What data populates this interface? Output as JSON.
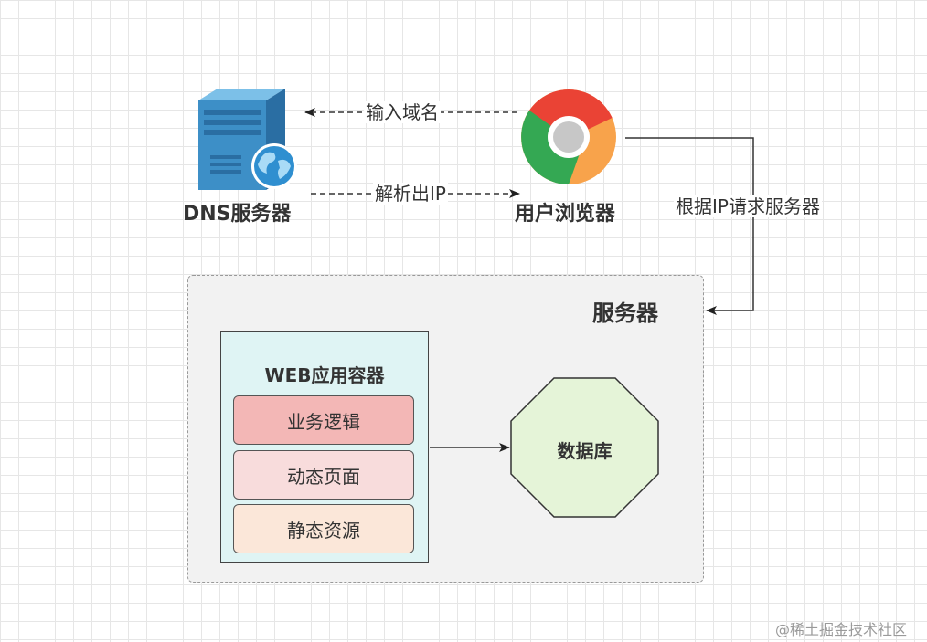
{
  "nodes": {
    "dns_server": {
      "label": "DNS服务器",
      "icon": "server-globe-icon"
    },
    "browser": {
      "label": "用户浏览器",
      "icon": "chrome-browser-icon"
    },
    "server": {
      "label": "服务器"
    },
    "web_container": {
      "label": "WEB应用容器"
    },
    "layers": [
      {
        "label": "业务逻辑",
        "fill": "#f3b7b6"
      },
      {
        "label": "动态页面",
        "fill": "#f8dcdc"
      },
      {
        "label": "静态资源",
        "fill": "#fbe7d9"
      }
    ],
    "database": {
      "label": "数据库",
      "fill": "#e5f4d8"
    }
  },
  "edges": {
    "input_domain": "输入域名",
    "resolve_ip": "解析出IP",
    "request_server": "根据IP请求服务器"
  },
  "watermark": "@稀土掘金技术社区",
  "colors": {
    "grid": "#e6e6e6",
    "server_group_fill": "#f2f2f2",
    "web_container_fill": "#dff4f4",
    "server_blue": "#3d8fc7",
    "chrome_red": "#ea4335",
    "chrome_green": "#34a853",
    "chrome_orange": "#f8a34b",
    "chrome_gray": "#c7c7c7"
  }
}
